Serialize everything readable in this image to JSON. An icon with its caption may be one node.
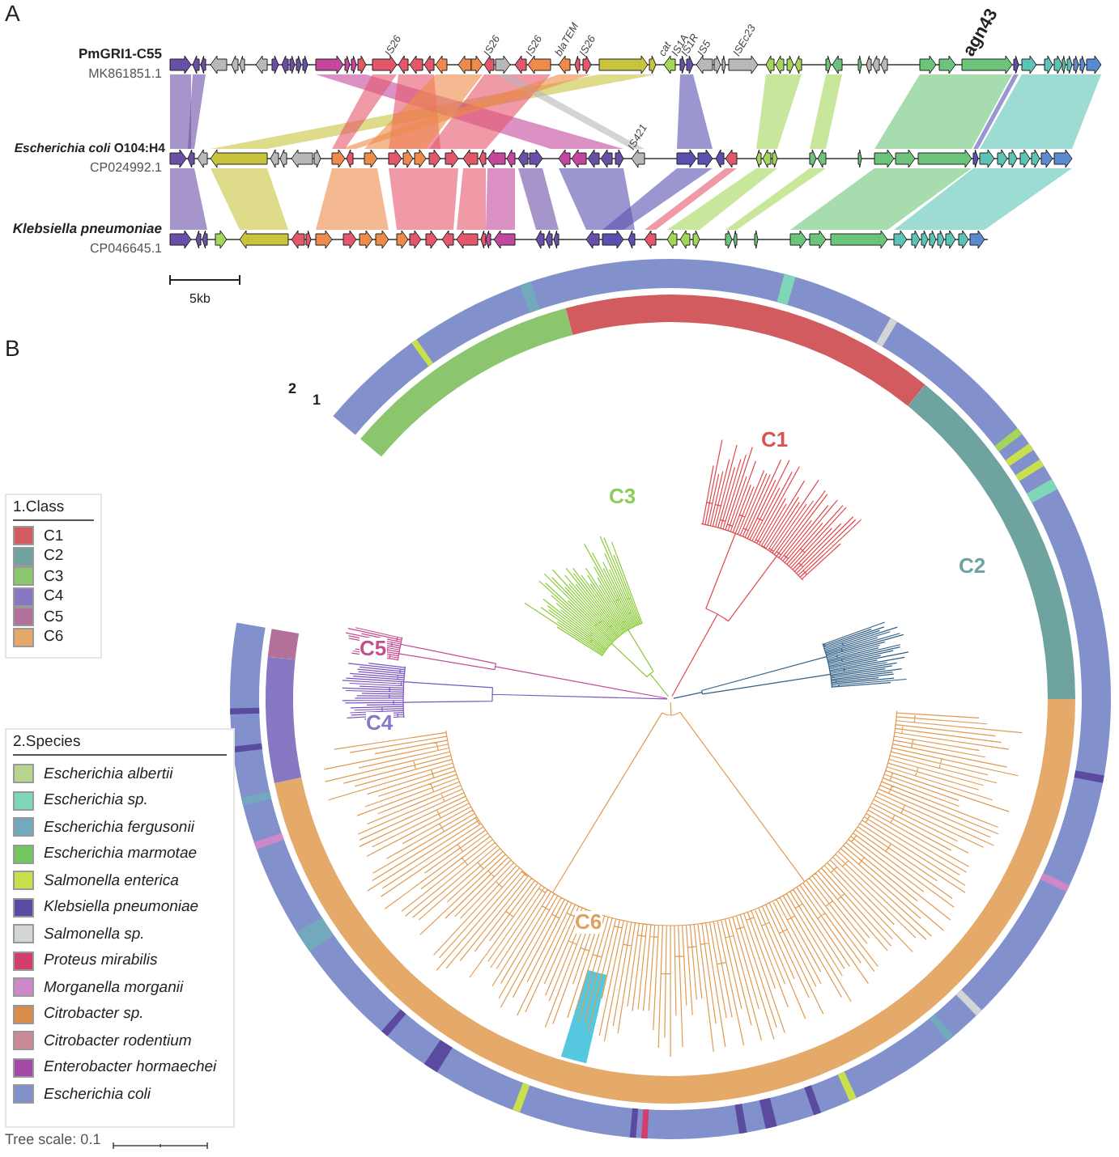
{
  "diagram": {
    "labels": [
      "A",
      "PmGRI1-C55",
      "MK861851.1",
      "IS26",
      "IS26",
      "IS26",
      "blaTEM",
      "IS26",
      "cat",
      "IS1A",
      "IS1R",
      "IS5",
      "ISEc23",
      "agn43",
      "IS421",
      "*Escherichia coli* O104:H4",
      "CP024992.1",
      "Klebsiella pneumoniae",
      "CP046645.1",
      "5kb",
      "B",
      "C1",
      "C3",
      "C2",
      "C5",
      "C4",
      "C6",
      "2",
      "1",
      "1.Class",
      "2.Species",
      "Tree scale: 0.1"
    ],
    "legend": [
      {
        "text": "C1",
        "color": "#d15b5f"
      },
      {
        "text": "C2",
        "color": "#6ea39f"
      },
      {
        "text": "C3",
        "color": "#8bc56d"
      },
      {
        "text": "C4",
        "color": "#8877c2"
      },
      {
        "text": "C5",
        "color": "#b2719a"
      },
      {
        "text": "C6",
        "color": "#e5a96a"
      },
      {
        "text": "Escherichia albertii",
        "color": "#b9d48f"
      },
      {
        "text": "Escherichia sp.",
        "color": "#7fd7b8"
      },
      {
        "text": "Escherichia fergusonii",
        "color": "#73a9bd"
      },
      {
        "text": "Escherichia marmotae",
        "color": "#73c65f"
      },
      {
        "text": "Salmonella enterica",
        "color": "#c8e04e"
      },
      {
        "text": "Klebsiella pneumoniae",
        "color": "#5a4aa0"
      },
      {
        "text": "Salmonella sp.",
        "color": "#d3d6d6"
      },
      {
        "text": "Proteus mirabilis",
        "color": "#d23f6b"
      },
      {
        "text": "Morganella morganii",
        "color": "#cc88c8"
      },
      {
        "text": "Citrobacter sp.",
        "color": "#d88e4a"
      },
      {
        "text": "Citrobacter rodentium",
        "color": "#c88a94"
      },
      {
        "text": "Enterobacter hormaechei",
        "color": "#a448a8"
      },
      {
        "text": "Escherichia coli",
        "color": "#8291cc"
      }
    ]
  }
}
